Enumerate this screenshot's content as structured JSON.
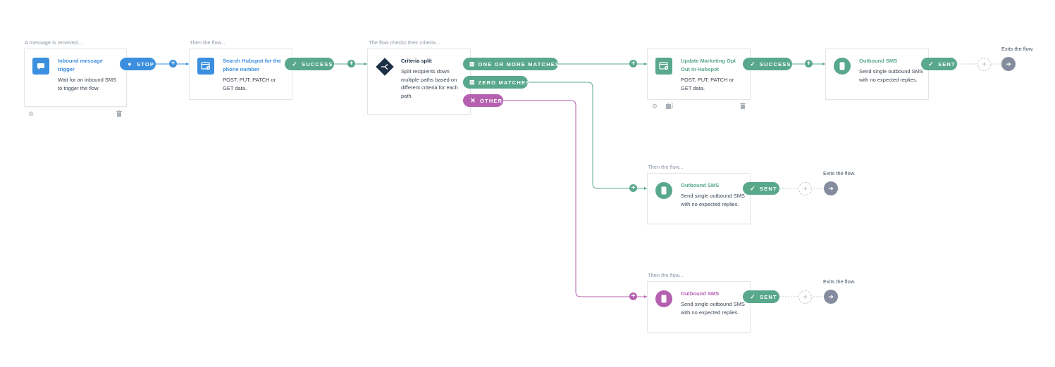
{
  "colors": {
    "blue": "#3b8fde",
    "green": "#59a88c",
    "purple": "#b561b0",
    "navy": "#1d2f45",
    "exit_grey": "#858c9e"
  },
  "captions": {
    "trigger": "A message is received...",
    "search": "Then the flow...",
    "split": "The flow checks their criteria...",
    "zero_branch": "Then the flow...",
    "other_branch": "Then the flow..."
  },
  "exits": {
    "top": "Exits the flow.",
    "zero": "Exits the flow.",
    "other": "Exits the flow."
  },
  "trigger": {
    "icon": "chat-bubble-icon",
    "title": "Inbound message trigger",
    "desc": "Wait for an inbound SMS to trigger the flow.",
    "out_label": "STOP"
  },
  "search": {
    "icon": "webhook-gear-icon",
    "title": "Search Hubspot for the phone number",
    "desc": "POST, PUT, PATCH or GET data.",
    "out_label": "SUCCESS"
  },
  "split": {
    "icon": "split-arrows-icon",
    "title": "Criteria split",
    "desc": "Split recipients down multiple paths based on different criteria for each path.",
    "branches": {
      "one_or_more": "ONE OR MORE MATCHES",
      "zero": "ZERO MATCHES",
      "other": "OTHER"
    }
  },
  "update": {
    "icon": "webhook-gear-icon",
    "title": "Update Marketing Opt Out in Hubspot",
    "desc": "POST, PUT, PATCH or GET data.",
    "out_label": "SUCCESS"
  },
  "sms_top": {
    "icon": "phone-icon",
    "title": "Outbound SMS",
    "desc": "Send single outbound SMS with no expected replies.",
    "out_label": "SENT"
  },
  "sms_zero": {
    "icon": "phone-icon",
    "title": "Outbound SMS",
    "desc": "Send single outbound SMS with no expected replies.",
    "out_label": "SENT"
  },
  "sms_other": {
    "icon": "phone-icon",
    "title": "Outbound SMS",
    "desc": "Send single outbound SMS with no expected replies.",
    "out_label": "SENT"
  }
}
